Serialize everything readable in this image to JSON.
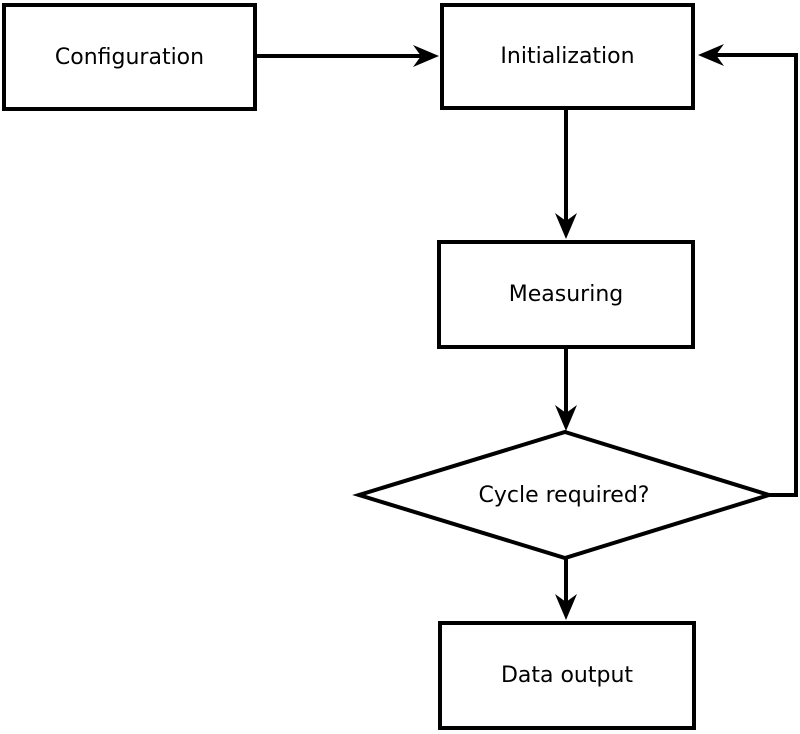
{
  "diagram": {
    "type": "flowchart",
    "nodes": {
      "configuration": {
        "label": "Configuration",
        "shape": "rectangle"
      },
      "initialization": {
        "label": "Initialization",
        "shape": "rectangle"
      },
      "measuring": {
        "label": "Measuring",
        "shape": "rectangle"
      },
      "cycle_required": {
        "label": "Cycle required?",
        "shape": "diamond"
      },
      "data_output": {
        "label": "Data output",
        "shape": "rectangle"
      }
    },
    "edges": [
      {
        "from": "configuration",
        "to": "initialization"
      },
      {
        "from": "initialization",
        "to": "measuring"
      },
      {
        "from": "measuring",
        "to": "cycle_required"
      },
      {
        "from": "cycle_required",
        "to": "data_output"
      },
      {
        "from": "cycle_required",
        "to": "initialization",
        "kind": "loop-back"
      }
    ],
    "colors": {
      "stroke": "#000000",
      "node_fill": "#ffffff",
      "text": "#000000",
      "background": "#ffffff"
    }
  }
}
